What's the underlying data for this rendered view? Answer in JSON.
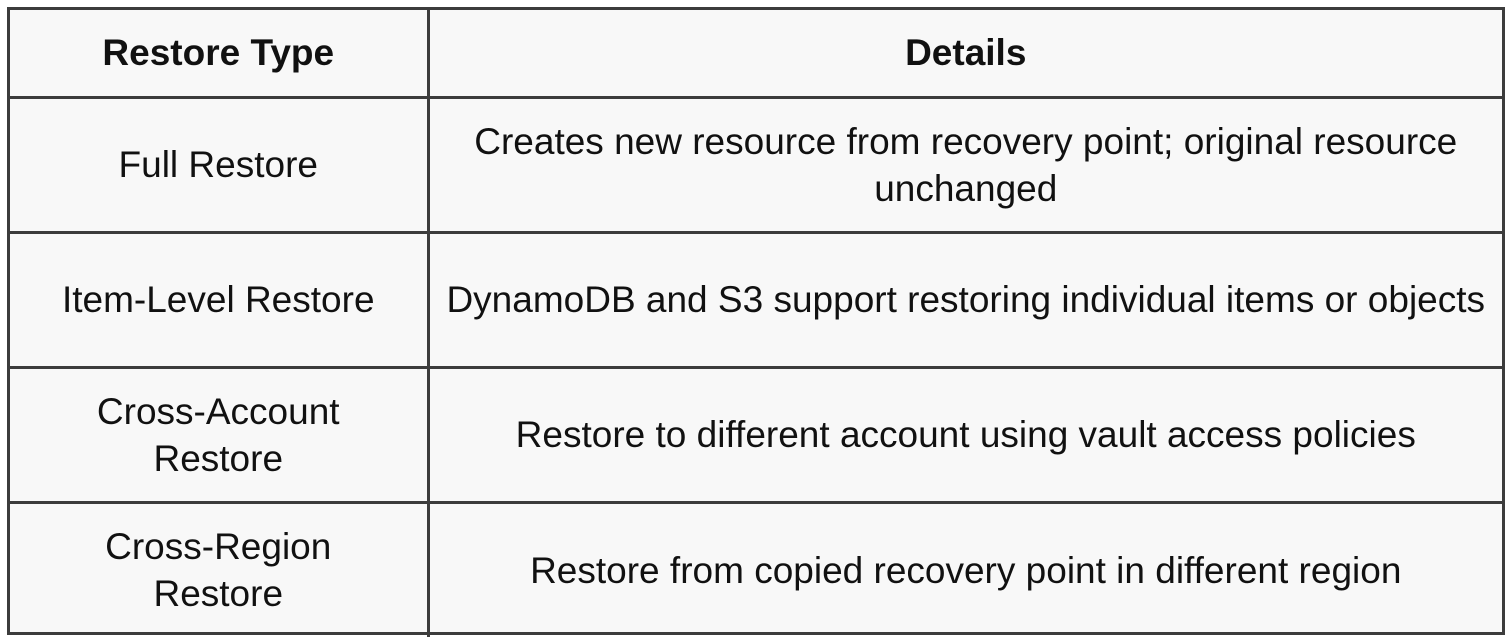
{
  "table": {
    "headers": [
      "Restore Type",
      "Details"
    ],
    "rows": [
      {
        "type": "Full Restore",
        "details": "Creates new resource from recovery point; original resource unchanged"
      },
      {
        "type": "Item-Level Restore",
        "details": "DynamoDB and S3 support restoring individual items or objects"
      },
      {
        "type": "Cross-Account Restore",
        "details": "Restore to different account using vault access policies"
      },
      {
        "type": "Cross-Region Restore",
        "details": "Restore from copied recovery point in different region"
      }
    ]
  },
  "colors": {
    "border": "#3c3c3c",
    "background": "#f8f8f8",
    "text": "#111111"
  }
}
